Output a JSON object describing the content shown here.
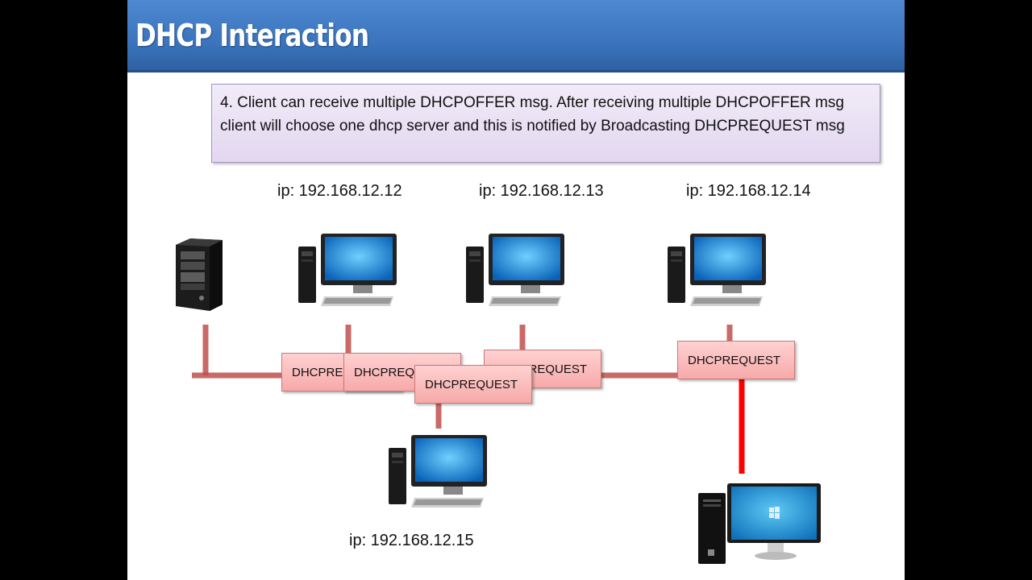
{
  "slide": {
    "title": "DHCP Interaction",
    "note": "4. Client can receive multiple DHCPOFFER msg. After receiving multiple DHCPOFFER msg client will choose one dhcp server and this is notified by Broadcasting DHCPREQUEST  msg"
  },
  "clients": [
    {
      "ip": "ip: 192.168.12.12"
    },
    {
      "ip": "ip: 192.168.12.13"
    },
    {
      "ip": "ip: 192.168.12.14"
    },
    {
      "ip": "ip: 192.168.12.15"
    }
  ],
  "messages": [
    {
      "label": "DHCPREQUEST"
    },
    {
      "label": "DHCPREQUEST"
    },
    {
      "label": "DHCPREQUEST"
    },
    {
      "label": "DHCPREQUEST"
    },
    {
      "label": "DHCPREQUEST"
    }
  ],
  "colors": {
    "title_bar": "#3b74bd",
    "bus": "#c0504d",
    "link_active": "#ff0000",
    "message_box": "#f7a9a9",
    "note_box": "#e2d7f0"
  },
  "icons": {
    "server": "server-tower-icon",
    "client": "desktop-computer-icon",
    "dhcp_server": "windows-desktop-icon"
  }
}
